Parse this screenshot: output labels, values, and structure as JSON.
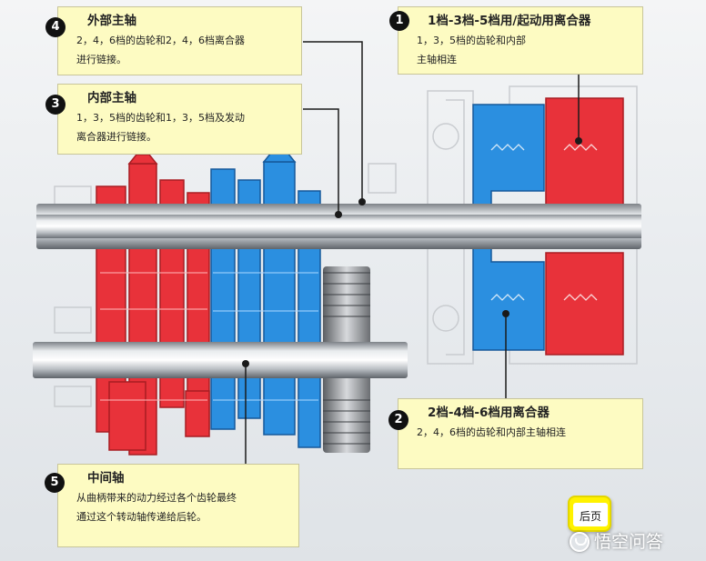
{
  "callouts": [
    {
      "number": "4",
      "title": "外部主轴",
      "lines": [
        "2，4，6档的齿轮和2，4，6档离合器",
        "进行链接。"
      ]
    },
    {
      "number": "3",
      "title": "内部主轴",
      "lines": [
        "1，3，5档的齿轮和1，3，5档及发动",
        "离合器进行链接。"
      ]
    },
    {
      "number": "1",
      "title": "1档-3档-5档用/起动用离合器",
      "lines": [
        "1，3，5档的齿轮和内部",
        "主轴相连"
      ]
    },
    {
      "number": "2",
      "title": "2档-4档-6档用离合器",
      "lines": [
        "2，4，6档的齿轮和内部主轴相连"
      ]
    },
    {
      "number": "5",
      "title": "中间轴",
      "lines": [
        "从曲柄带来的动力经过各个齿轮最终",
        "通过这个转动轴传递给后轮。"
      ]
    }
  ],
  "back_button": {
    "label": "后页"
  },
  "watermark": {
    "text": "悟空问答",
    "icon": "wukong-logo-icon"
  },
  "colors": {
    "odd_gears_red": "#e8323a",
    "even_gears_blue": "#2b8fe0",
    "callout_bg": "#fdfbc2",
    "badge": "#111111",
    "back_button": "#fff200"
  }
}
